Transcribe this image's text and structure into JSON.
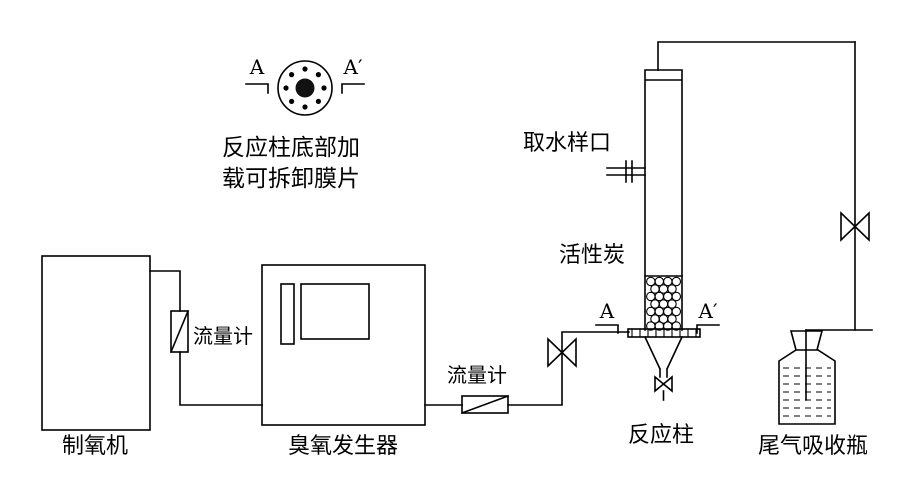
{
  "labels": {
    "oxygen_generator": "制氧机",
    "flow_meter_left": "流量计",
    "flow_meter_mid": "流量计",
    "ozone_generator": "臭氧发生器",
    "sampling_port": "取水样口",
    "activated_carbon": "活性炭",
    "reaction_column": "反应柱",
    "tail_gas_bottle": "尾气吸收瓶",
    "section_top_left": "A",
    "section_top_right": "A′",
    "section_bottom_left": "A",
    "section_bottom_right": "A′",
    "membrane_caption_line1": "反应柱底部加",
    "membrane_caption_line2": "载可拆卸膜片"
  },
  "colors": {
    "line": "#000000",
    "background": "#ffffff"
  }
}
